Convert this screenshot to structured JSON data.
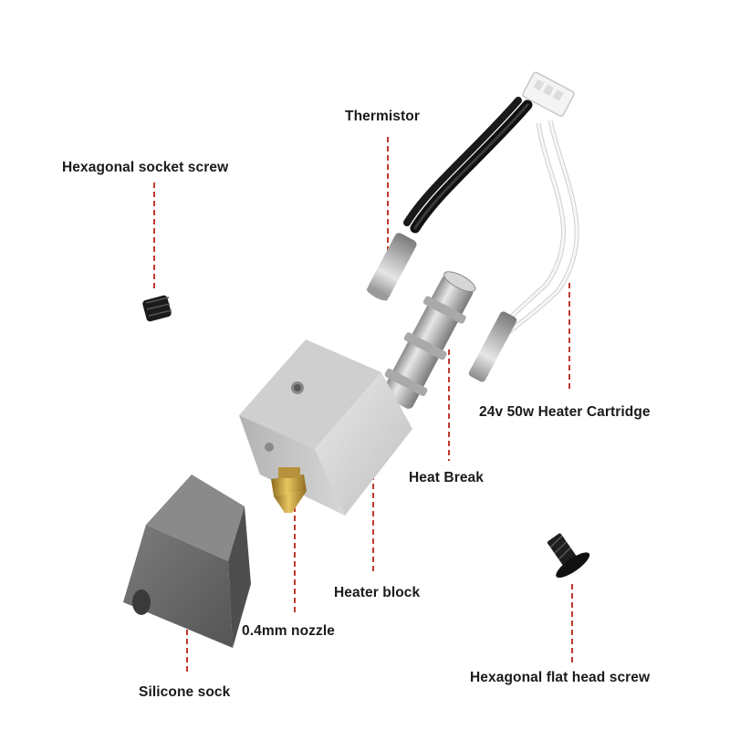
{
  "labels": {
    "thermistor": "Thermistor",
    "hex_socket_screw": "Hexagonal socket screw",
    "heater_cartridge": "24v 50w Heater Cartridge",
    "heat_break": "Heat Break",
    "heater_block": "Heater block",
    "nozzle": "0.4mm nozzle",
    "silicone_sock": "Silicone sock",
    "hex_flat_head_screw": "Hexagonal flat head screw"
  },
  "colors": {
    "leader_line": "#c0392b",
    "aluminum": "#d9d9d9",
    "steel": "#b5b5b5",
    "brass": "#c9a23a",
    "silicone": "#6e6e6e",
    "cable_black": "#1c1c1c",
    "wire_white": "#f2f2f2"
  }
}
